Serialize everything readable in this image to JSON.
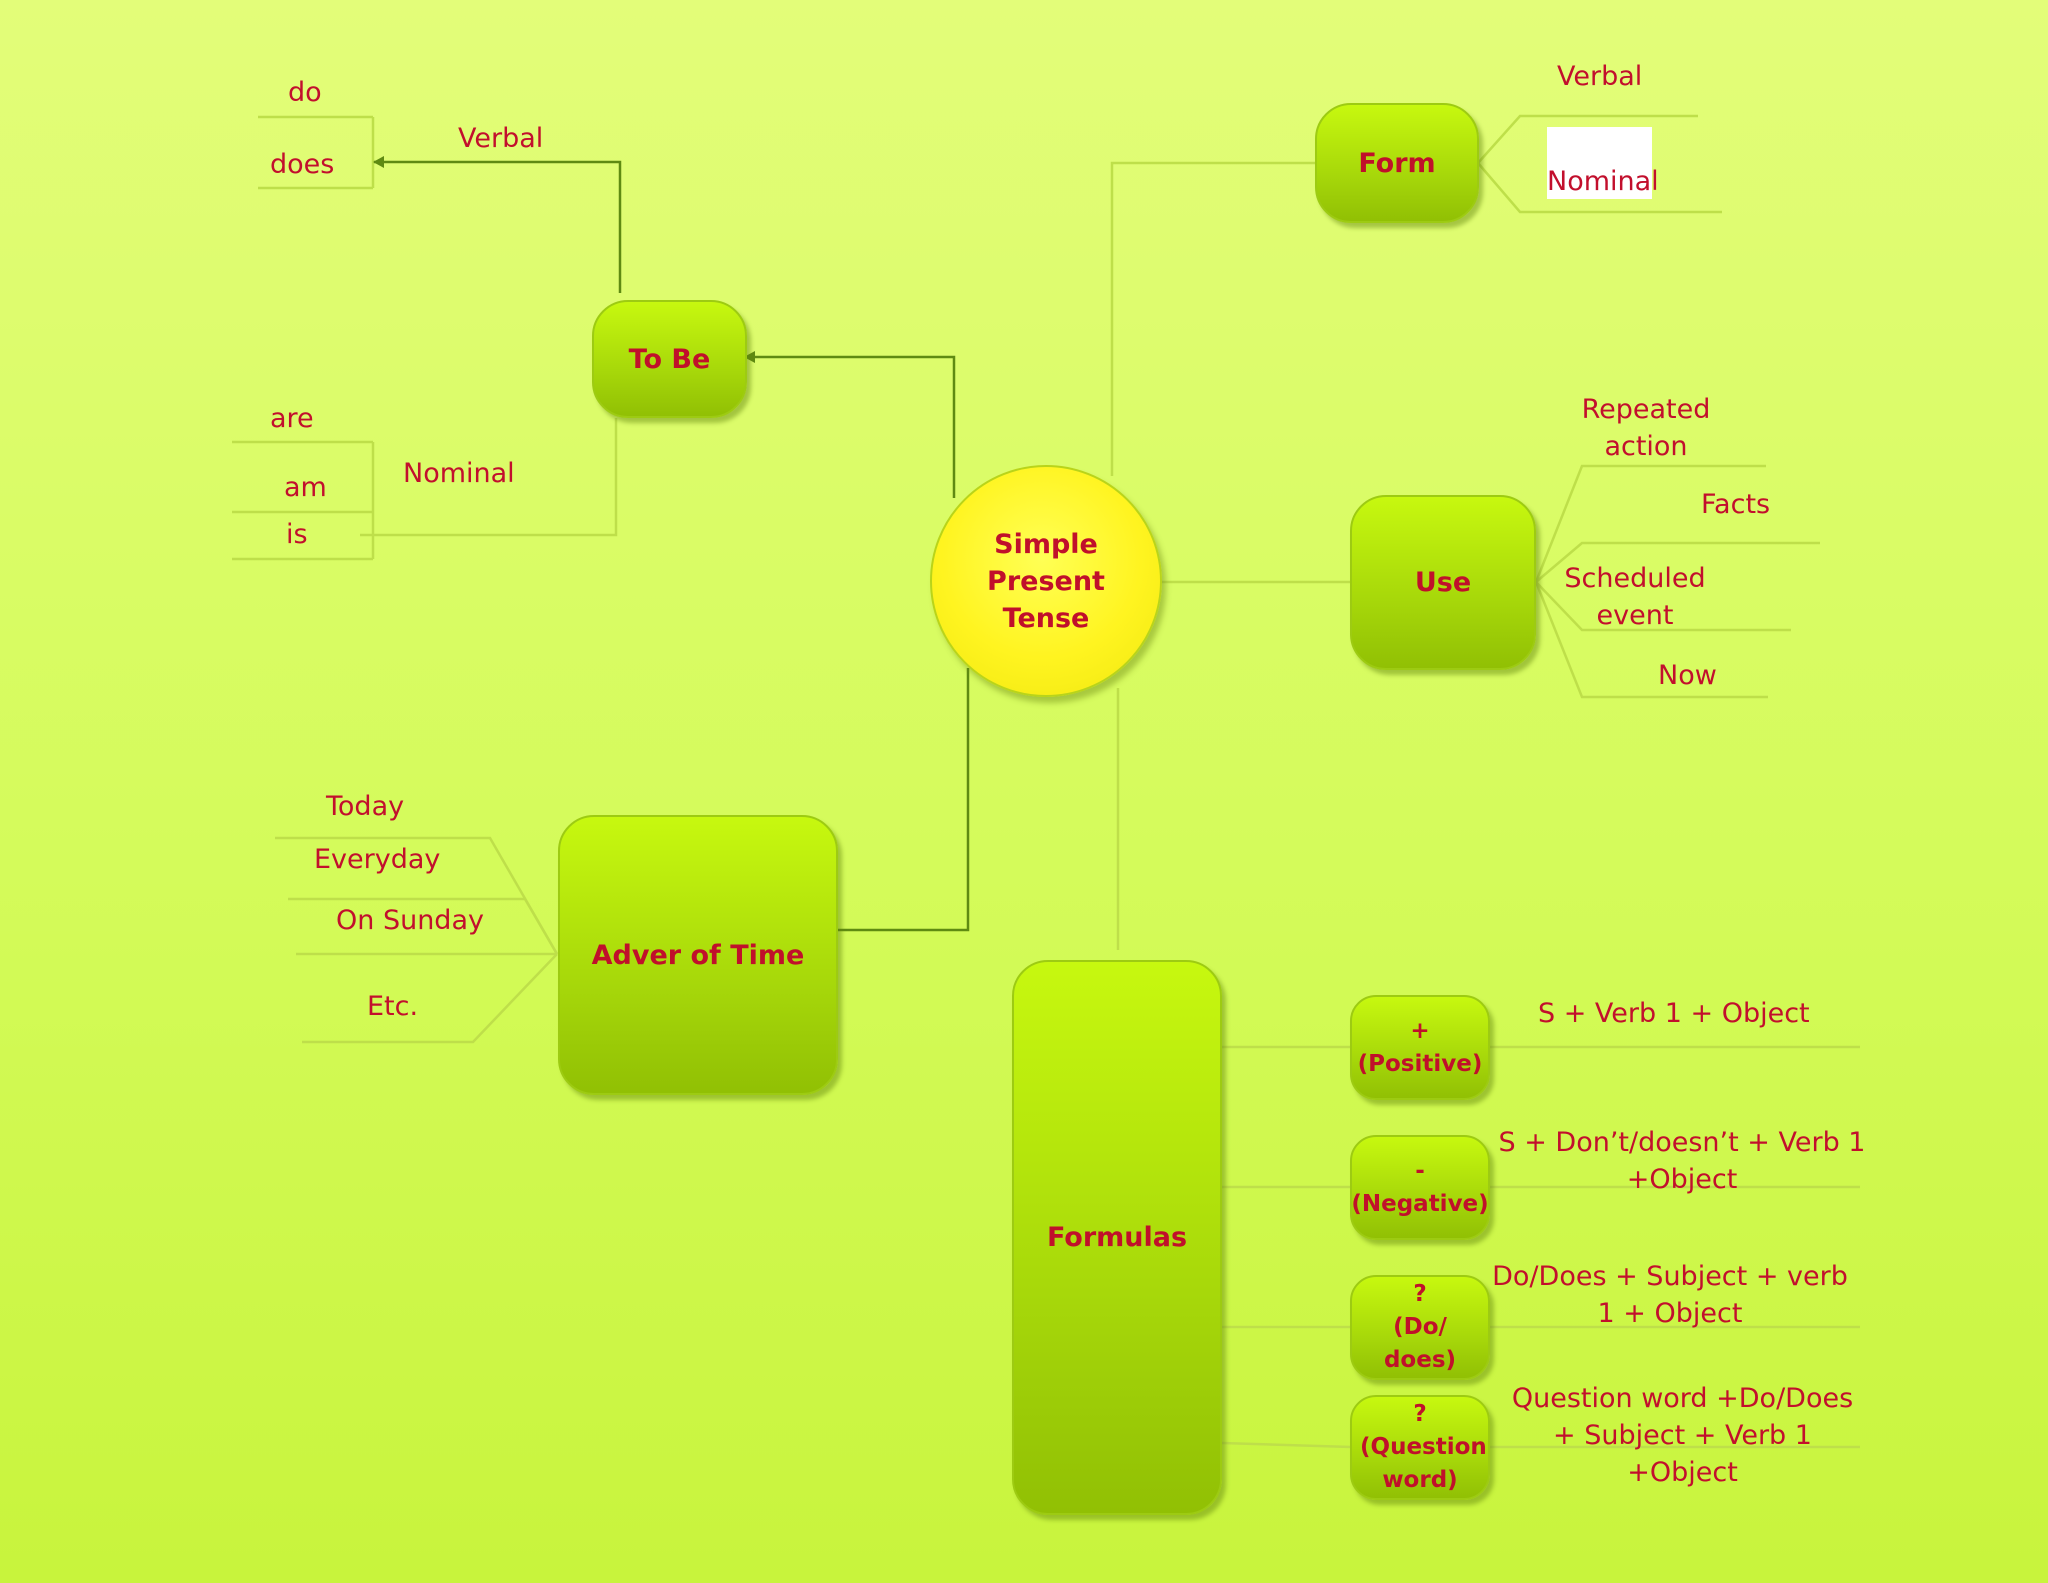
{
  "center": {
    "label": "Simple Present Tense"
  },
  "to_be": {
    "label": "To Be",
    "verbal": {
      "label": "Verbal",
      "items": [
        "do",
        "does"
      ]
    },
    "nominal": {
      "label": "Nominal",
      "items": [
        "are",
        "am",
        "is"
      ]
    }
  },
  "form": {
    "label": "Form",
    "items": [
      "Verbal",
      "Nominal"
    ]
  },
  "use": {
    "label": "Use",
    "items": [
      "Repeated action",
      "Facts",
      "Scheduled event",
      "Now"
    ]
  },
  "adverb": {
    "label": "Adver of Time",
    "items": [
      "Today",
      "Everyday",
      "On Sunday",
      "Etc."
    ]
  },
  "formulas": {
    "label": "Formulas",
    "rows": [
      {
        "symbol": "+",
        "name": "(Positive)",
        "formula": "S + Verb 1 + Object"
      },
      {
        "symbol": "-",
        "name": "(Negative)",
        "formula": "S + Don’t/doesn’t + Verb 1 +Object"
      },
      {
        "symbol": "?",
        "name": "(Do/ does)",
        "formula": "Do/Does + Subject + verb 1 + Object"
      },
      {
        "symbol": "?",
        "name": "(Question word)",
        "formula": "Question word +Do/Does + Subject + Verb 1 +Object"
      }
    ]
  },
  "colors": {
    "text": "#c20f2d",
    "connector": "#5f8a12",
    "line": "#bedf4a",
    "node": "#b3e40c",
    "center": "#fff21e"
  }
}
